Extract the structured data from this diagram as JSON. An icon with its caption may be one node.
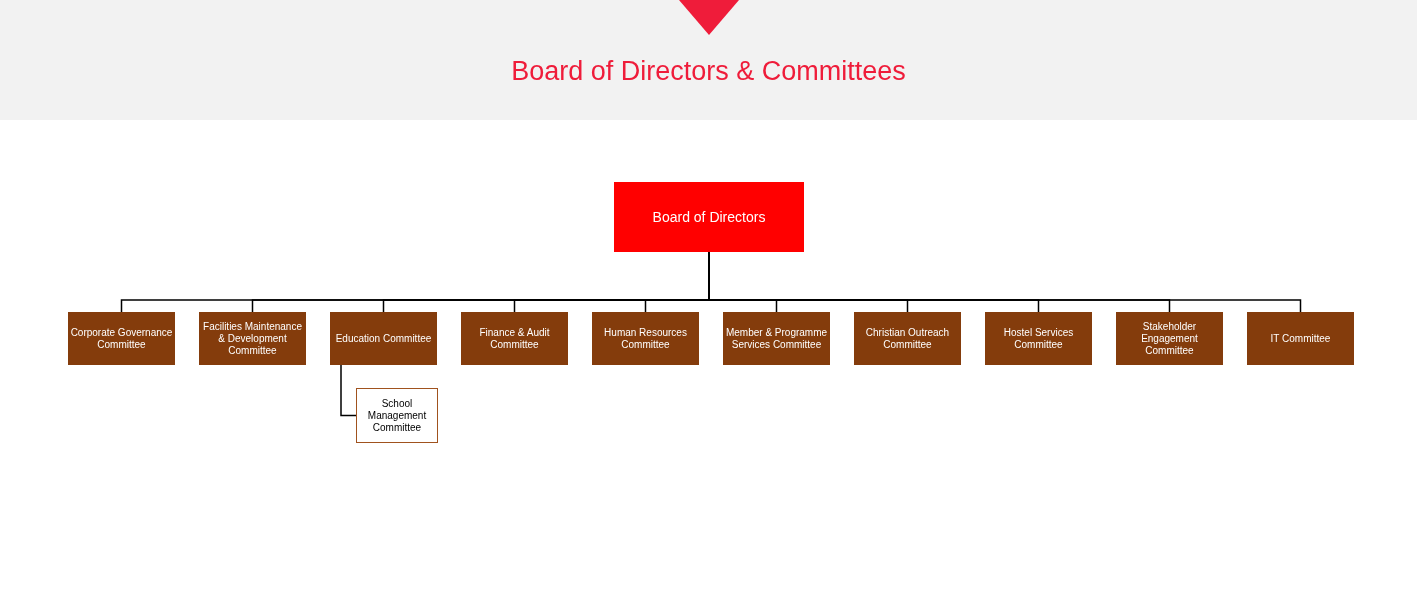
{
  "diagram": {
    "title": "Board of Directors & Committees",
    "nodes": [
      {
        "text": [
          "Board of Directors"
        ]
      },
      {
        "text": [
          "Corporate Governance Committee"
        ]
      },
      {
        "text": [
          "Facilities Maintenance & Development Committee"
        ]
      },
      {
        "text": [
          "Education Committee"
        ]
      },
      {
        "text": [
          "Finance & Audit Committee"
        ]
      },
      {
        "text": [
          "Human Resources Committee"
        ]
      },
      {
        "text": [
          "Member & Programme Services Committee"
        ]
      },
      {
        "text": [
          "Christian Outreach Committee"
        ]
      },
      {
        "text": [
          "Hostel Services Committee"
        ]
      },
      {
        "text": [
          "Stakeholder Engagement Committee"
        ]
      },
      {
        "text": [
          "IT Committee"
        ]
      },
      {
        "text": [
          "School Management Committee"
        ]
      }
    ],
    "edges": [
      {
        "from": 0,
        "to": 1,
        "arrow": "none"
      },
      {
        "from": 0,
        "to": 2,
        "arrow": "none"
      },
      {
        "from": 0,
        "to": 3,
        "arrow": "none"
      },
      {
        "from": 0,
        "to": 4,
        "arrow": "none"
      },
      {
        "from": 0,
        "to": 5,
        "arrow": "none"
      },
      {
        "from": 0,
        "to": 6,
        "arrow": "none"
      },
      {
        "from": 0,
        "to": 7,
        "arrow": "none"
      },
      {
        "from": 0,
        "to": 8,
        "arrow": "none"
      },
      {
        "from": 0,
        "to": 9,
        "arrow": "none"
      },
      {
        "from": 0,
        "to": 10,
        "arrow": "none"
      },
      {
        "from": 3,
        "to": 11,
        "arrow": "none"
      }
    ]
  }
}
